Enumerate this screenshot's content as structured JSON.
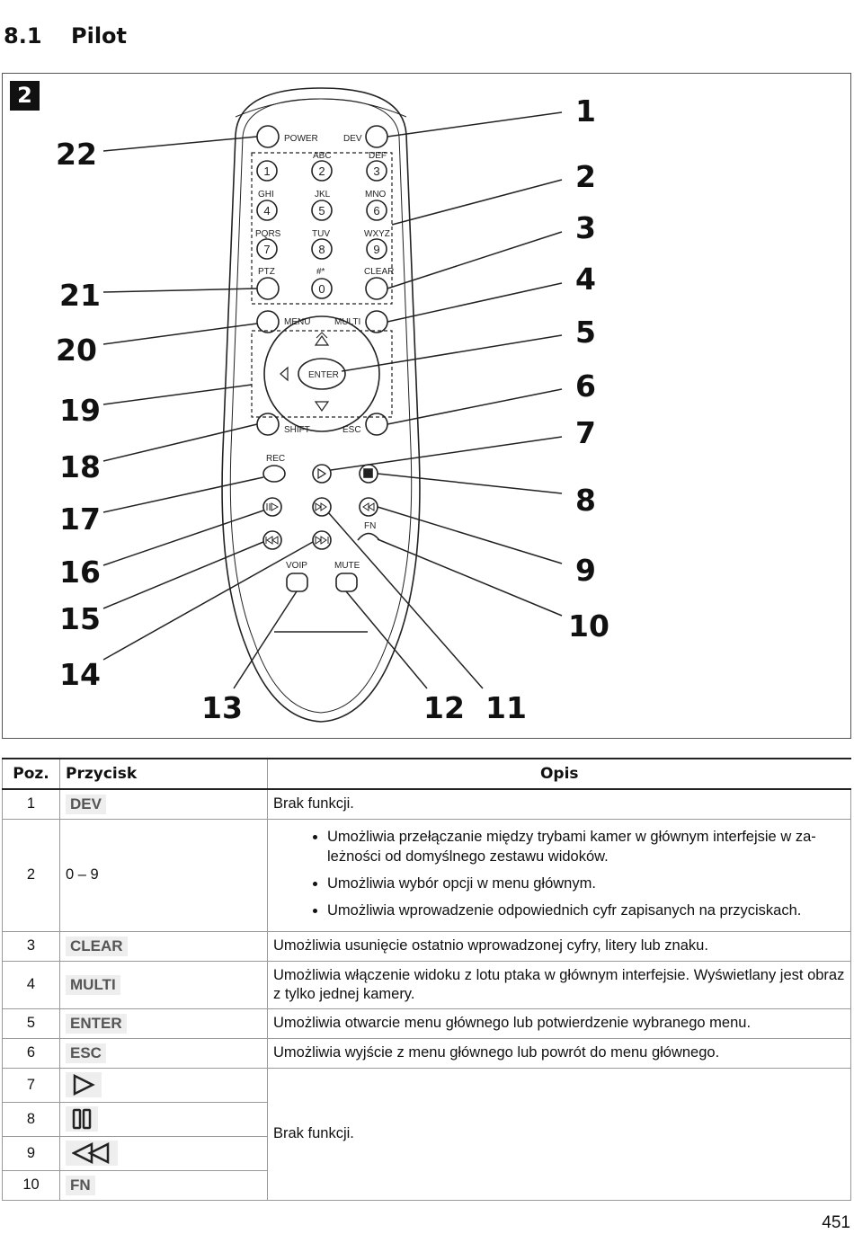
{
  "section": {
    "number": "8.1",
    "title": "Pilot"
  },
  "figure": {
    "badge": "2",
    "button_labels": {
      "power": "POWER",
      "dev": "DEV",
      "abc": "ABC",
      "def": "DEF",
      "ghi": "GHI",
      "jkl": "JKL",
      "mno": "MNO",
      "pqrs": "PQRS",
      "tuv": "TUV",
      "wxyz": "WXYZ",
      "ptz": "PTZ",
      "hash": "#*",
      "clear": "CLEAR",
      "menu": "MENU",
      "multi": "MULTI",
      "enter": "ENTER",
      "shift": "SHIFT",
      "esc": "ESC",
      "rec": "REC",
      "fn": "FN",
      "voip": "VOIP",
      "mute": "MUTE"
    },
    "digits": [
      "1",
      "2",
      "3",
      "4",
      "5",
      "6",
      "7",
      "8",
      "9",
      "0"
    ],
    "callouts": {
      "c1": "1",
      "c2": "2",
      "c3": "3",
      "c4": "4",
      "c5": "5",
      "c6": "6",
      "c7": "7",
      "c8": "8",
      "c9": "9",
      "c10": "10",
      "c11": "11",
      "c12": "12",
      "c13": "13",
      "c14": "14",
      "c15": "15",
      "c16": "16",
      "c17": "17",
      "c18": "18",
      "c19": "19",
      "c20": "20",
      "c21": "21",
      "c22": "22"
    }
  },
  "table": {
    "headers": {
      "pos": "Poz.",
      "button": "Przycisk",
      "desc": "Opis"
    },
    "rows": [
      {
        "pos": "1",
        "key": "DEV",
        "desc": "Brak funkcji."
      },
      {
        "pos": "2",
        "key": "0 – 9",
        "bullets": [
          "Umożliwia przełączanie między trybami kamer w głównym interfejsie w za-leżności od domyślnego zestawu widoków.",
          "Umożliwia wybór opcji w menu głównym.",
          "Umożliwia wprowadzenie odpowiednich cyfr zapisanych na przyciskach."
        ]
      },
      {
        "pos": "3",
        "key": "CLEAR",
        "desc": "Umożliwia usunięcie ostatnio wprowadzonej cyfry, litery lub znaku."
      },
      {
        "pos": "4",
        "key": "MULTI",
        "desc": "Umożliwia włączenie widoku z lotu ptaka w głównym interfejsie. Wyświetlany jest obraz z tylko jednej kamery."
      },
      {
        "pos": "5",
        "key": "ENTER",
        "desc": "Umożliwia otwarcie menu głównego lub potwierdzenie wybranego menu."
      },
      {
        "pos": "6",
        "key": "ESC",
        "desc": "Umożliwia wyjście z menu głównego lub powrót do menu głównego."
      },
      {
        "pos": "7",
        "icon": "play-icon"
      },
      {
        "pos": "8",
        "icon": "pause-icon"
      },
      {
        "pos": "9",
        "icon": "rewind-icon"
      },
      {
        "pos": "10",
        "key": "FN"
      }
    ],
    "merged_desc": "Brak funkcji."
  },
  "page_number": "451"
}
